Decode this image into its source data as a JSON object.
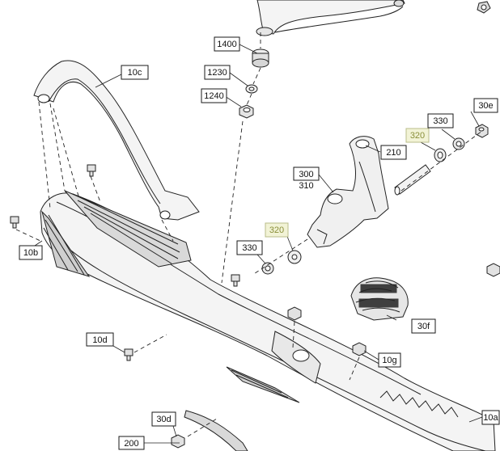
{
  "callouts": {
    "c1400": "1400",
    "c1230": "1230",
    "c1240": "1240",
    "c10c": "10c",
    "c320_top": "320",
    "c330_top": "330",
    "c30e": "30e",
    "c210": "210",
    "c300": "300",
    "c310": "310",
    "c320_mid": "320",
    "c330_mid": "330",
    "c10b": "10b",
    "c10d": "10d",
    "c30f": "30f",
    "c10g": "10g",
    "c30d": "30d",
    "c200": "200",
    "c10a": "10a"
  },
  "colors": {
    "line": "#222222",
    "highlight_fill": "#f2f3d6",
    "highlight_text": "#8a8f3a",
    "part_fill": "#f4f4f4",
    "part_shade": "#bdbdbd"
  }
}
